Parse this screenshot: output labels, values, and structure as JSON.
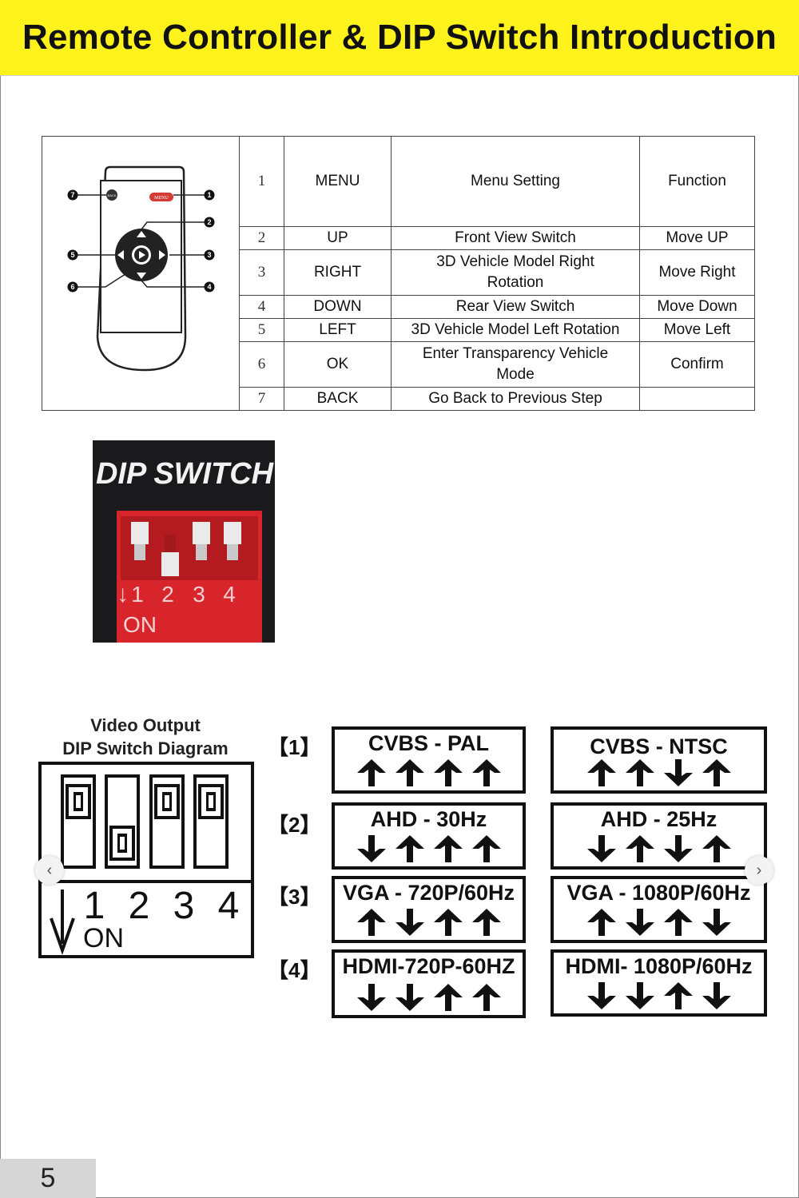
{
  "header": {
    "title": "Remote Controller & DIP Switch Introduction"
  },
  "remote": {
    "back_label": "BACK",
    "menu_label": "MENU",
    "callouts": [
      "1",
      "2",
      "3",
      "4",
      "5",
      "6",
      "7"
    ]
  },
  "table": {
    "rows": [
      {
        "num": "1",
        "key": "MENU",
        "desc": "Menu Setting",
        "func": "Function"
      },
      {
        "num": "2",
        "key": "UP",
        "desc": "Front View Switch",
        "func": "Move UP"
      },
      {
        "num": "3",
        "key": "RIGHT",
        "desc": "3D Vehicle Model Right Rotation",
        "func": "Move Right"
      },
      {
        "num": "4",
        "key": "DOWN",
        "desc": "Rear View Switch",
        "func": "Move Down"
      },
      {
        "num": "5",
        "key": "LEFT",
        "desc": "3D Vehicle Model Left Rotation",
        "func": "Move Left"
      },
      {
        "num": "6",
        "key": "OK",
        "desc": "Enter Transparency Vehicle Mode",
        "func": "Confirm"
      },
      {
        "num": "7",
        "key": "BACK",
        "desc": "Go Back to Previous Step",
        "func": ""
      }
    ]
  },
  "dip_photo": {
    "title": "DIP SWITCH",
    "numbers": [
      "1",
      "2",
      "3",
      "4"
    ],
    "on_label": "ON",
    "colors": {
      "body": "#d8252b",
      "background": "#1a1a1c"
    }
  },
  "diagram": {
    "title_line1": "Video Output",
    "title_line2": "DIP Switch Diagram",
    "numbers": [
      "1",
      "2",
      "3",
      "4"
    ],
    "on_label": "ON"
  },
  "modes": [
    {
      "label": "【1】",
      "left": {
        "text": "CVBS  -  PAL",
        "arrows": [
          "up",
          "up",
          "up",
          "up"
        ]
      },
      "right": {
        "text": "CVBS  -  NTSC",
        "arrows": [
          "up",
          "up",
          "down",
          "up"
        ]
      }
    },
    {
      "label": "【2】",
      "left": {
        "text": "AHD - 30Hz",
        "arrows": [
          "down",
          "up",
          "up",
          "up"
        ]
      },
      "right": {
        "text": "AHD -  25Hz",
        "arrows": [
          "down",
          "up",
          "down",
          "up"
        ]
      }
    },
    {
      "label": "【3】",
      "left": {
        "text": "VGA - 720P/60Hz",
        "arrows": [
          "up",
          "down",
          "up",
          "up"
        ]
      },
      "right": {
        "text": "VGA  - 1080P/60Hz",
        "arrows": [
          "up",
          "down",
          "up",
          "down"
        ]
      }
    },
    {
      "label": "【4】",
      "left": {
        "text": "HDMI-720P-60HZ",
        "arrows": [
          "down",
          "down",
          "up",
          "up"
        ]
      },
      "right": {
        "text": "HDMI- 1080P/60Hz",
        "arrows": [
          "down",
          "down",
          "up",
          "down"
        ]
      }
    }
  ],
  "nav": {
    "prev_icon": "chevron-left-icon",
    "next_icon": "chevron-right-icon",
    "prev": "‹",
    "next": "›"
  },
  "page": {
    "number": "5"
  }
}
